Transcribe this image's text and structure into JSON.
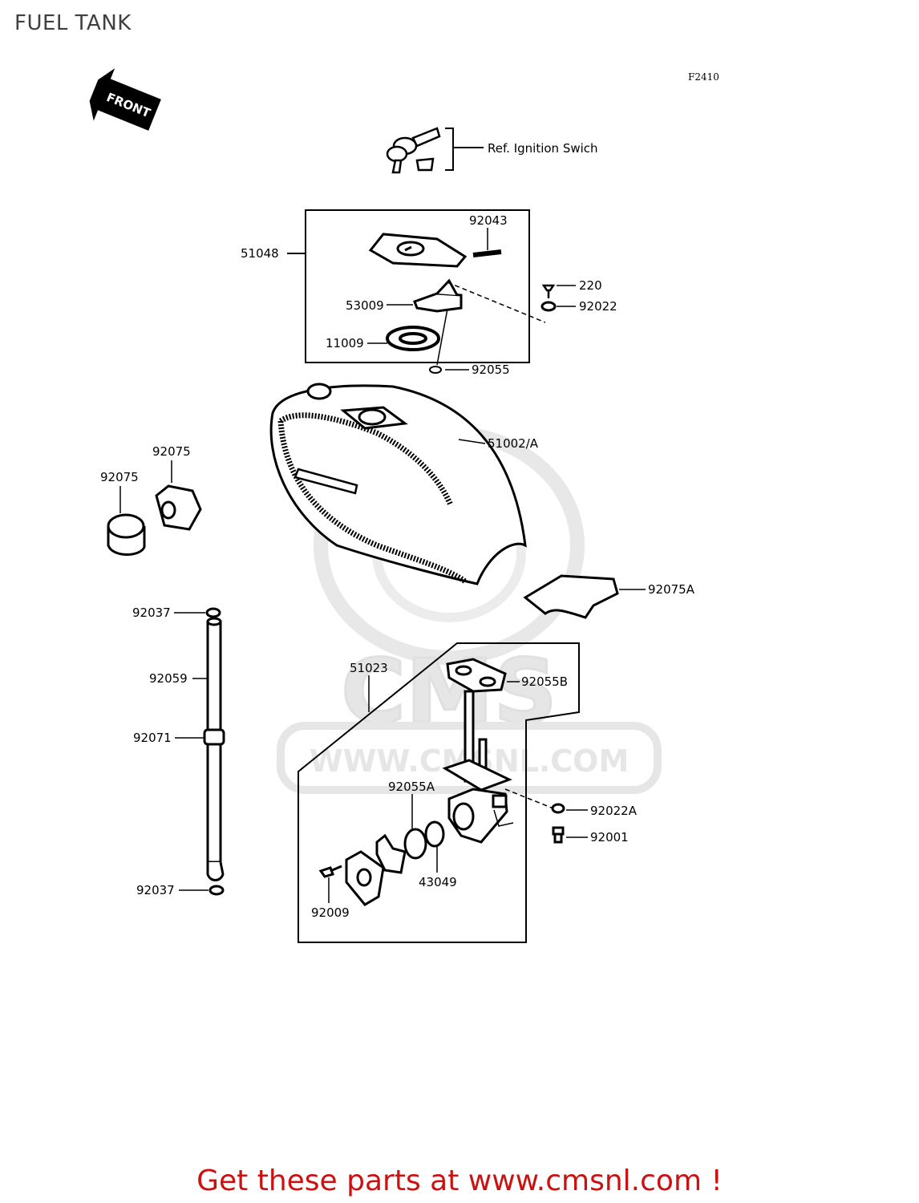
{
  "title": "FUEL TANK",
  "figure_code": "F2410",
  "front_marker": "FRONT",
  "ref_note": "Ref. Ignition Swich",
  "watermark": {
    "brand": "CMS",
    "url": "WWW.CMSNL.COM"
  },
  "parts": {
    "p92043": "92043",
    "p51048": "51048",
    "p220": "220",
    "p92022": "92022",
    "p53009": "53009",
    "p11009": "11009",
    "p92055": "92055",
    "p51002A": "51002/A",
    "p92075a": "92075",
    "p92075b": "92075",
    "p92075A": "92075A",
    "p92037a": "92037",
    "p92059": "92059",
    "p92071": "92071",
    "p92037b": "92037",
    "p51023": "51023",
    "p92055B": "92055B",
    "p92055A": "92055A",
    "p92022A": "92022A",
    "p92001": "92001",
    "p43049": "43049",
    "p92009": "92009"
  },
  "footer": "Get these parts at www.cmsnl.com !",
  "colors": {
    "line": "#000000",
    "footer_text": "#cc1111",
    "watermark": "#e6e6e6"
  }
}
